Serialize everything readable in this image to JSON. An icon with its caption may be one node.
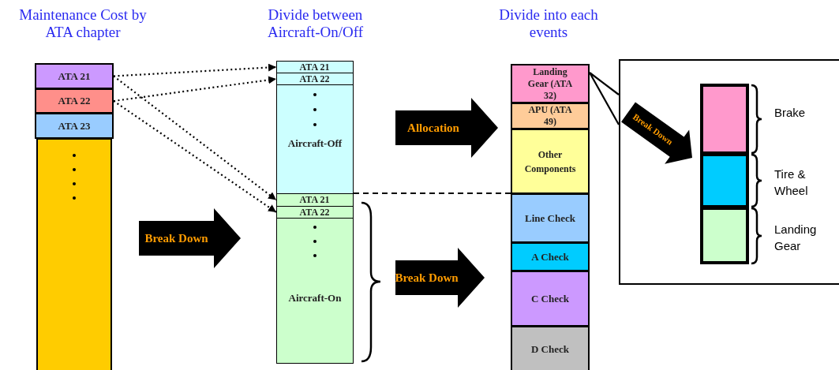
{
  "diagram": {
    "nodes": [
      {
        "text": [
          "ATA 21"
        ]
      },
      {
        "text": [
          "ATA 22"
        ]
      },
      {
        "text": [
          "ATA 23"
        ]
      },
      {
        "text": [],
        "shape": "box"
      },
      {
        "text": [
          "Aircraft-Off"
        ]
      },
      {
        "text": [
          "ATA 21"
        ],
        "in": 4
      },
      {
        "text": [
          "ATA 22"
        ],
        "in": 4
      },
      {
        "text": [
          "Aircraft-On"
        ]
      },
      {
        "text": [
          "ATA 21"
        ],
        "in": 7
      },
      {
        "text": [
          "ATA 22"
        ],
        "in": 7
      },
      {
        "text": [
          "Landing Gear (ATA 32)"
        ]
      },
      {
        "text": [
          "APU (ATA 49)"
        ]
      },
      {
        "text": [
          "Other Components"
        ]
      },
      {
        "text": [
          "Line Check"
        ]
      },
      {
        "text": [
          "A Check"
        ]
      },
      {
        "text": [
          "C Check"
        ]
      },
      {
        "text": [
          "D Check"
        ]
      },
      {
        "text": [],
        "shape": "box"
      },
      {
        "text": [],
        "shape": "box",
        "in": 17,
        "beside": [
          "Brake"
        ]
      },
      {
        "text": [],
        "shape": "box",
        "in": 17,
        "beside": [
          "Tire & Wheel"
        ]
      },
      {
        "text": [],
        "shape": "box",
        "in": 17,
        "beside": [
          "Landing Gear"
        ]
      }
    ],
    "edges": [
      {
        "from": 0,
        "to": 5,
        "arrow": "to",
        "style": "dashed"
      },
      {
        "from": 1,
        "to": 6,
        "arrow": "to",
        "style": "dashed"
      },
      {
        "from": 0,
        "to": 8,
        "arrow": "to",
        "style": "dashed"
      },
      {
        "from": 1,
        "to": 9,
        "arrow": "to",
        "style": "dashed"
      },
      {
        "from": 3,
        "to": 7,
        "arrow": "to",
        "label": "Break Down",
        "style": "thick"
      },
      {
        "from": 4,
        "to": 12,
        "arrow": "to",
        "label": "Allocation",
        "style": "thick"
      },
      {
        "from": 7,
        "to": 15,
        "arrow": "to",
        "label": "Break Down",
        "style": "thick"
      },
      {
        "from": 7,
        "to": 13,
        "arrow": "none",
        "style": "dashed"
      },
      {
        "from": 10,
        "to": 17,
        "arrow": "none"
      },
      {
        "from": null,
        "to": 18,
        "arrow": "to",
        "label": "Break Down",
        "style": "thick"
      }
    ],
    "labels": [
      "Maintenance Cost by ATA chapter",
      "Divide between Aircraft-On/Off",
      "Divide into each events"
    ]
  }
}
